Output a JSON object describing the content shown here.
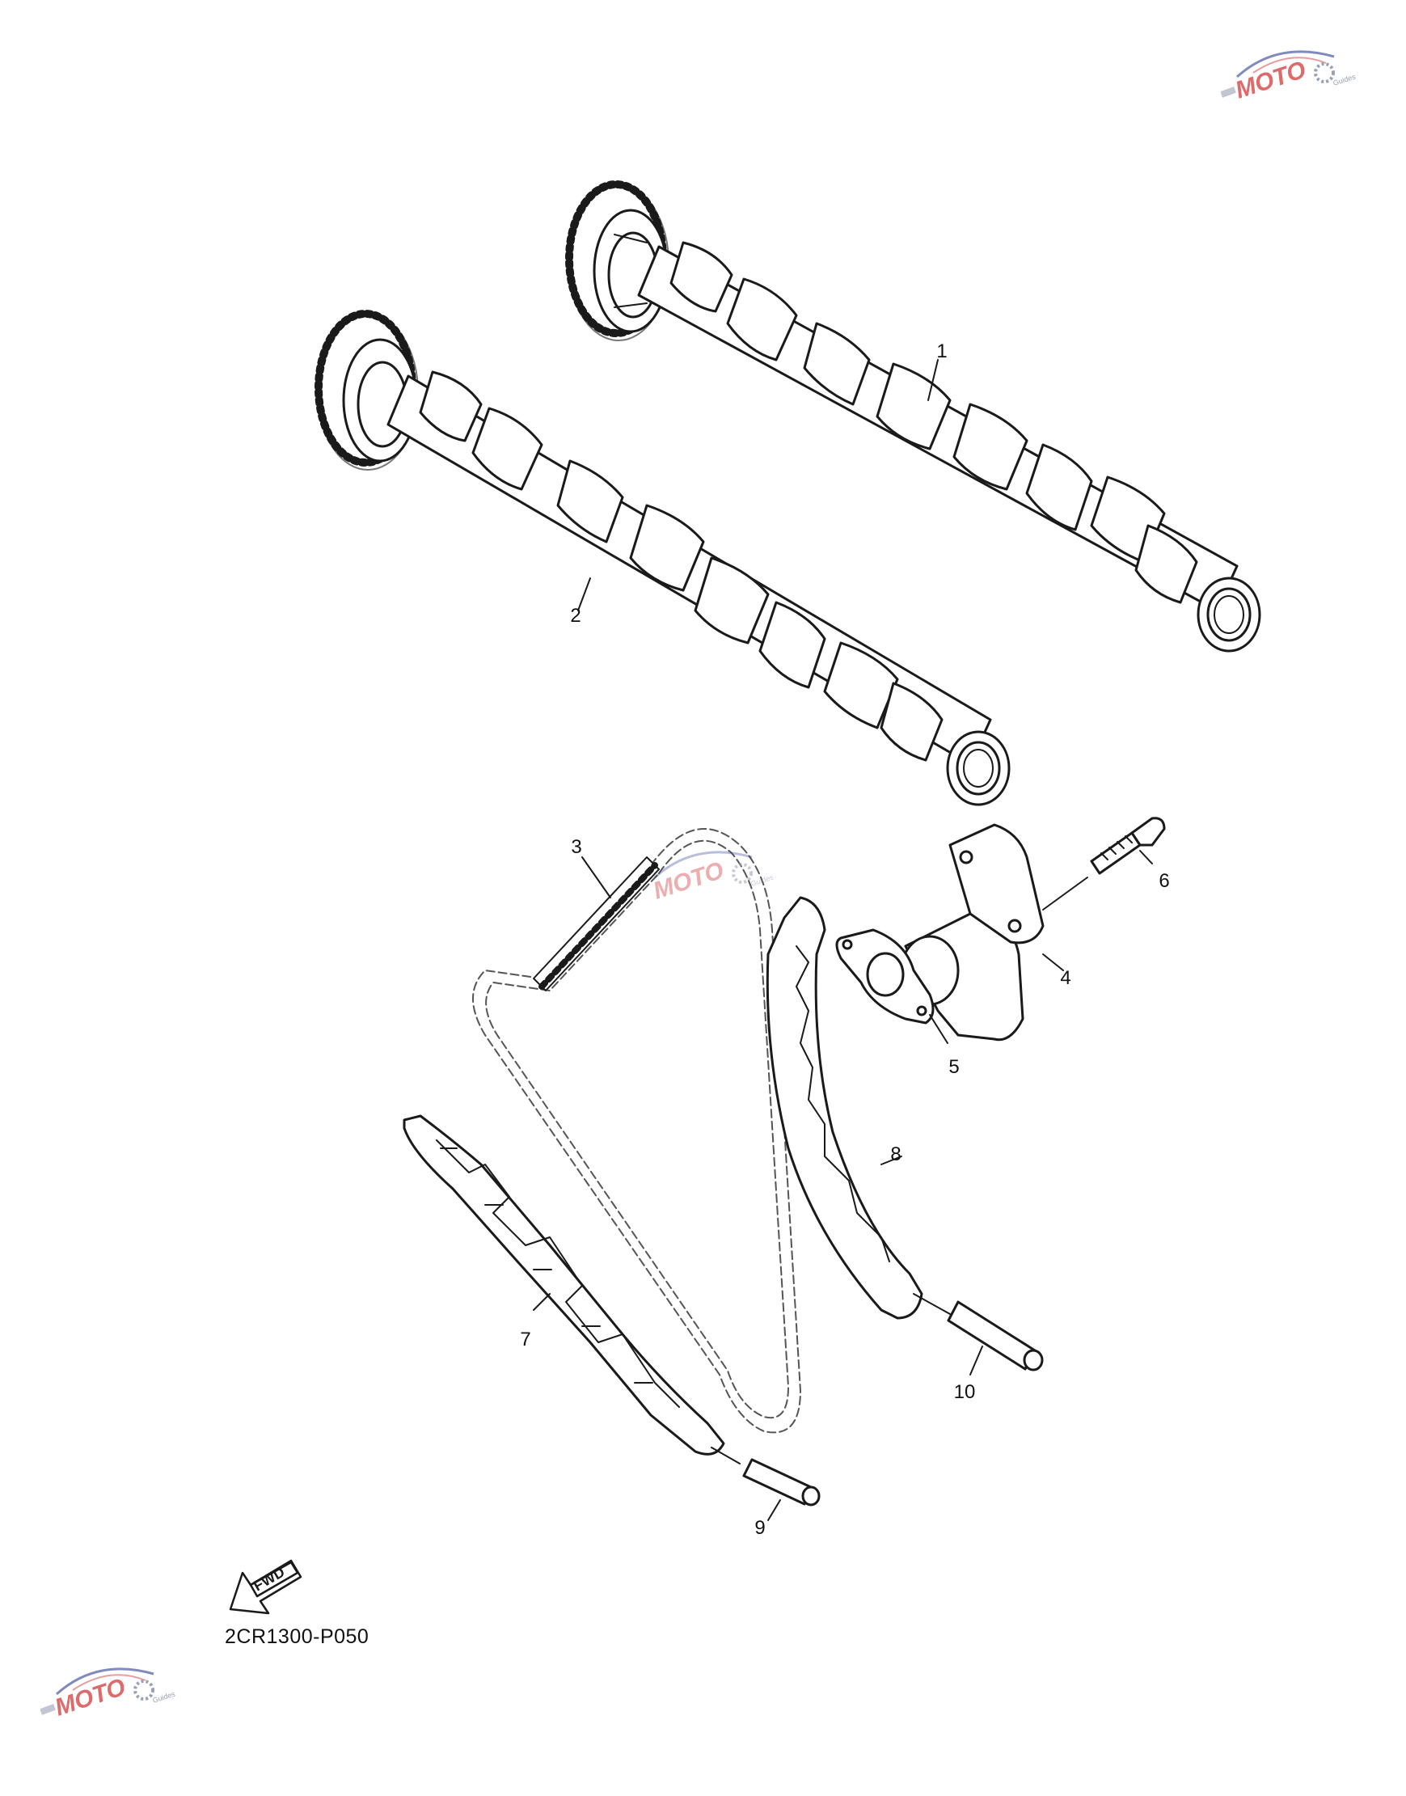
{
  "diagram": {
    "code": "2CR1300-P050",
    "direction_label": "FWD",
    "parts": [
      {
        "ref": "1",
        "part": "camshaft-intake"
      },
      {
        "ref": "2",
        "part": "camshaft-exhaust"
      },
      {
        "ref": "3",
        "part": "cam-chain"
      },
      {
        "ref": "4",
        "part": "cam-chain-tensioner"
      },
      {
        "ref": "5",
        "part": "tensioner-gasket"
      },
      {
        "ref": "6",
        "part": "tensioner-bolt"
      },
      {
        "ref": "7",
        "part": "chain-guide-intake"
      },
      {
        "ref": "8",
        "part": "chain-guide-exhaust"
      },
      {
        "ref": "9",
        "part": "guide-pin-9"
      },
      {
        "ref": "10",
        "part": "guide-pin-10"
      }
    ]
  },
  "watermark": {
    "logo_text": "MOTO",
    "tagline": "Guides",
    "colors": {
      "primary": "#d23a3a",
      "accent": "#2b3c8f",
      "gear": "#9aa0b4"
    }
  },
  "colors": {
    "line": "#1a1a1a",
    "hatch": "#e8e8e8",
    "paper": "#ffffff"
  }
}
